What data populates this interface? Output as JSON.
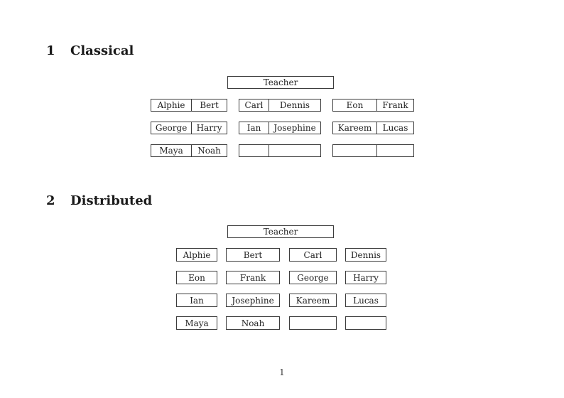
{
  "page": {
    "number": "1",
    "background": "#ffffff",
    "ink": "#1f1f1f",
    "border_color": "#3c3c3c"
  },
  "sections": [
    {
      "number": "1",
      "title": "Classical",
      "teacher_label": "Teacher",
      "desks": [
        [
          [
            "Alphie",
            "Bert"
          ],
          [
            "Carl",
            "Dennis"
          ],
          [
            "Eon",
            "Frank"
          ]
        ],
        [
          [
            "George",
            "Harry"
          ],
          [
            "Ian",
            "Josephine"
          ],
          [
            "Kareem",
            "Lucas"
          ]
        ],
        [
          [
            "Maya",
            "Noah"
          ],
          [
            "",
            ""
          ],
          [
            "",
            ""
          ]
        ]
      ]
    },
    {
      "number": "2",
      "title": "Distributed",
      "teacher_label": "Teacher",
      "desks": [
        [
          "Alphie",
          "Bert",
          "Carl",
          "Dennis"
        ],
        [
          "Eon",
          "Frank",
          "George",
          "Harry"
        ],
        [
          "Ian",
          "Josephine",
          "Kareem",
          "Lucas"
        ],
        [
          "Maya",
          "Noah",
          "",
          ""
        ]
      ]
    }
  ]
}
